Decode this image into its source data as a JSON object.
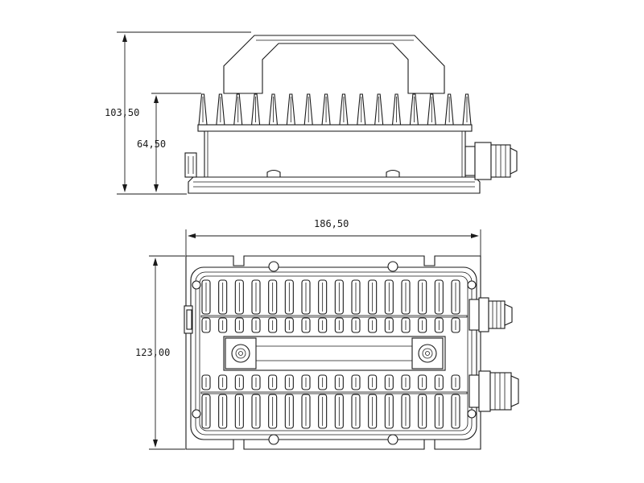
{
  "dimensions": {
    "overall_height": "103,50",
    "body_height": "64,50",
    "width": "186,50",
    "depth": "123,00"
  },
  "colors": {
    "line": "#1a1a1a",
    "background": "#ffffff"
  },
  "views": {
    "side_fin_count": 16,
    "top_fin_columns": 16,
    "top_fin_rows": 4
  }
}
